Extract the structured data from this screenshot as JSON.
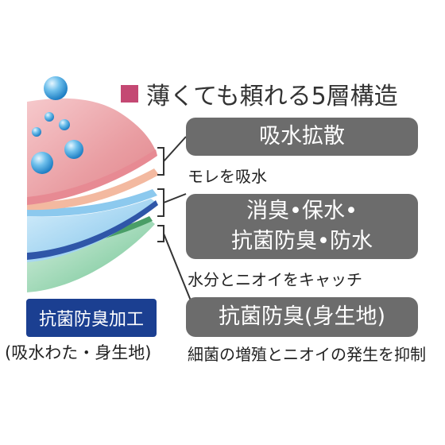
{
  "title": {
    "text": "薄くても頼れる5層構造",
    "square_color": "#c44873"
  },
  "layers": [
    {
      "name": "吸水拡散",
      "color": "#e8999c"
    },
    {
      "name": "消臭・保水",
      "color": "#9ecfed"
    },
    {
      "name": "抗菌防臭",
      "color": "#8cd0a8"
    }
  ],
  "callouts": [
    {
      "pill_lines": [
        "吸水拡散"
      ],
      "desc": "モレを吸水"
    },
    {
      "pill_lines": [
        "消臭•保水•",
        "抗菌防臭•防水"
      ],
      "desc": "水分とニオイをキャッチ"
    },
    {
      "pill_lines": [
        "抗菌防臭(身生地)"
      ],
      "desc": "細菌の増殖とニオイの発生を抑制"
    }
  ],
  "badge": {
    "text": "抗菌防臭加工",
    "color": "#1b3f91"
  },
  "badge_sub": "(吸水わた・身生地)",
  "colors": {
    "pill": "#6c6c6c",
    "bracket": "#333333"
  }
}
